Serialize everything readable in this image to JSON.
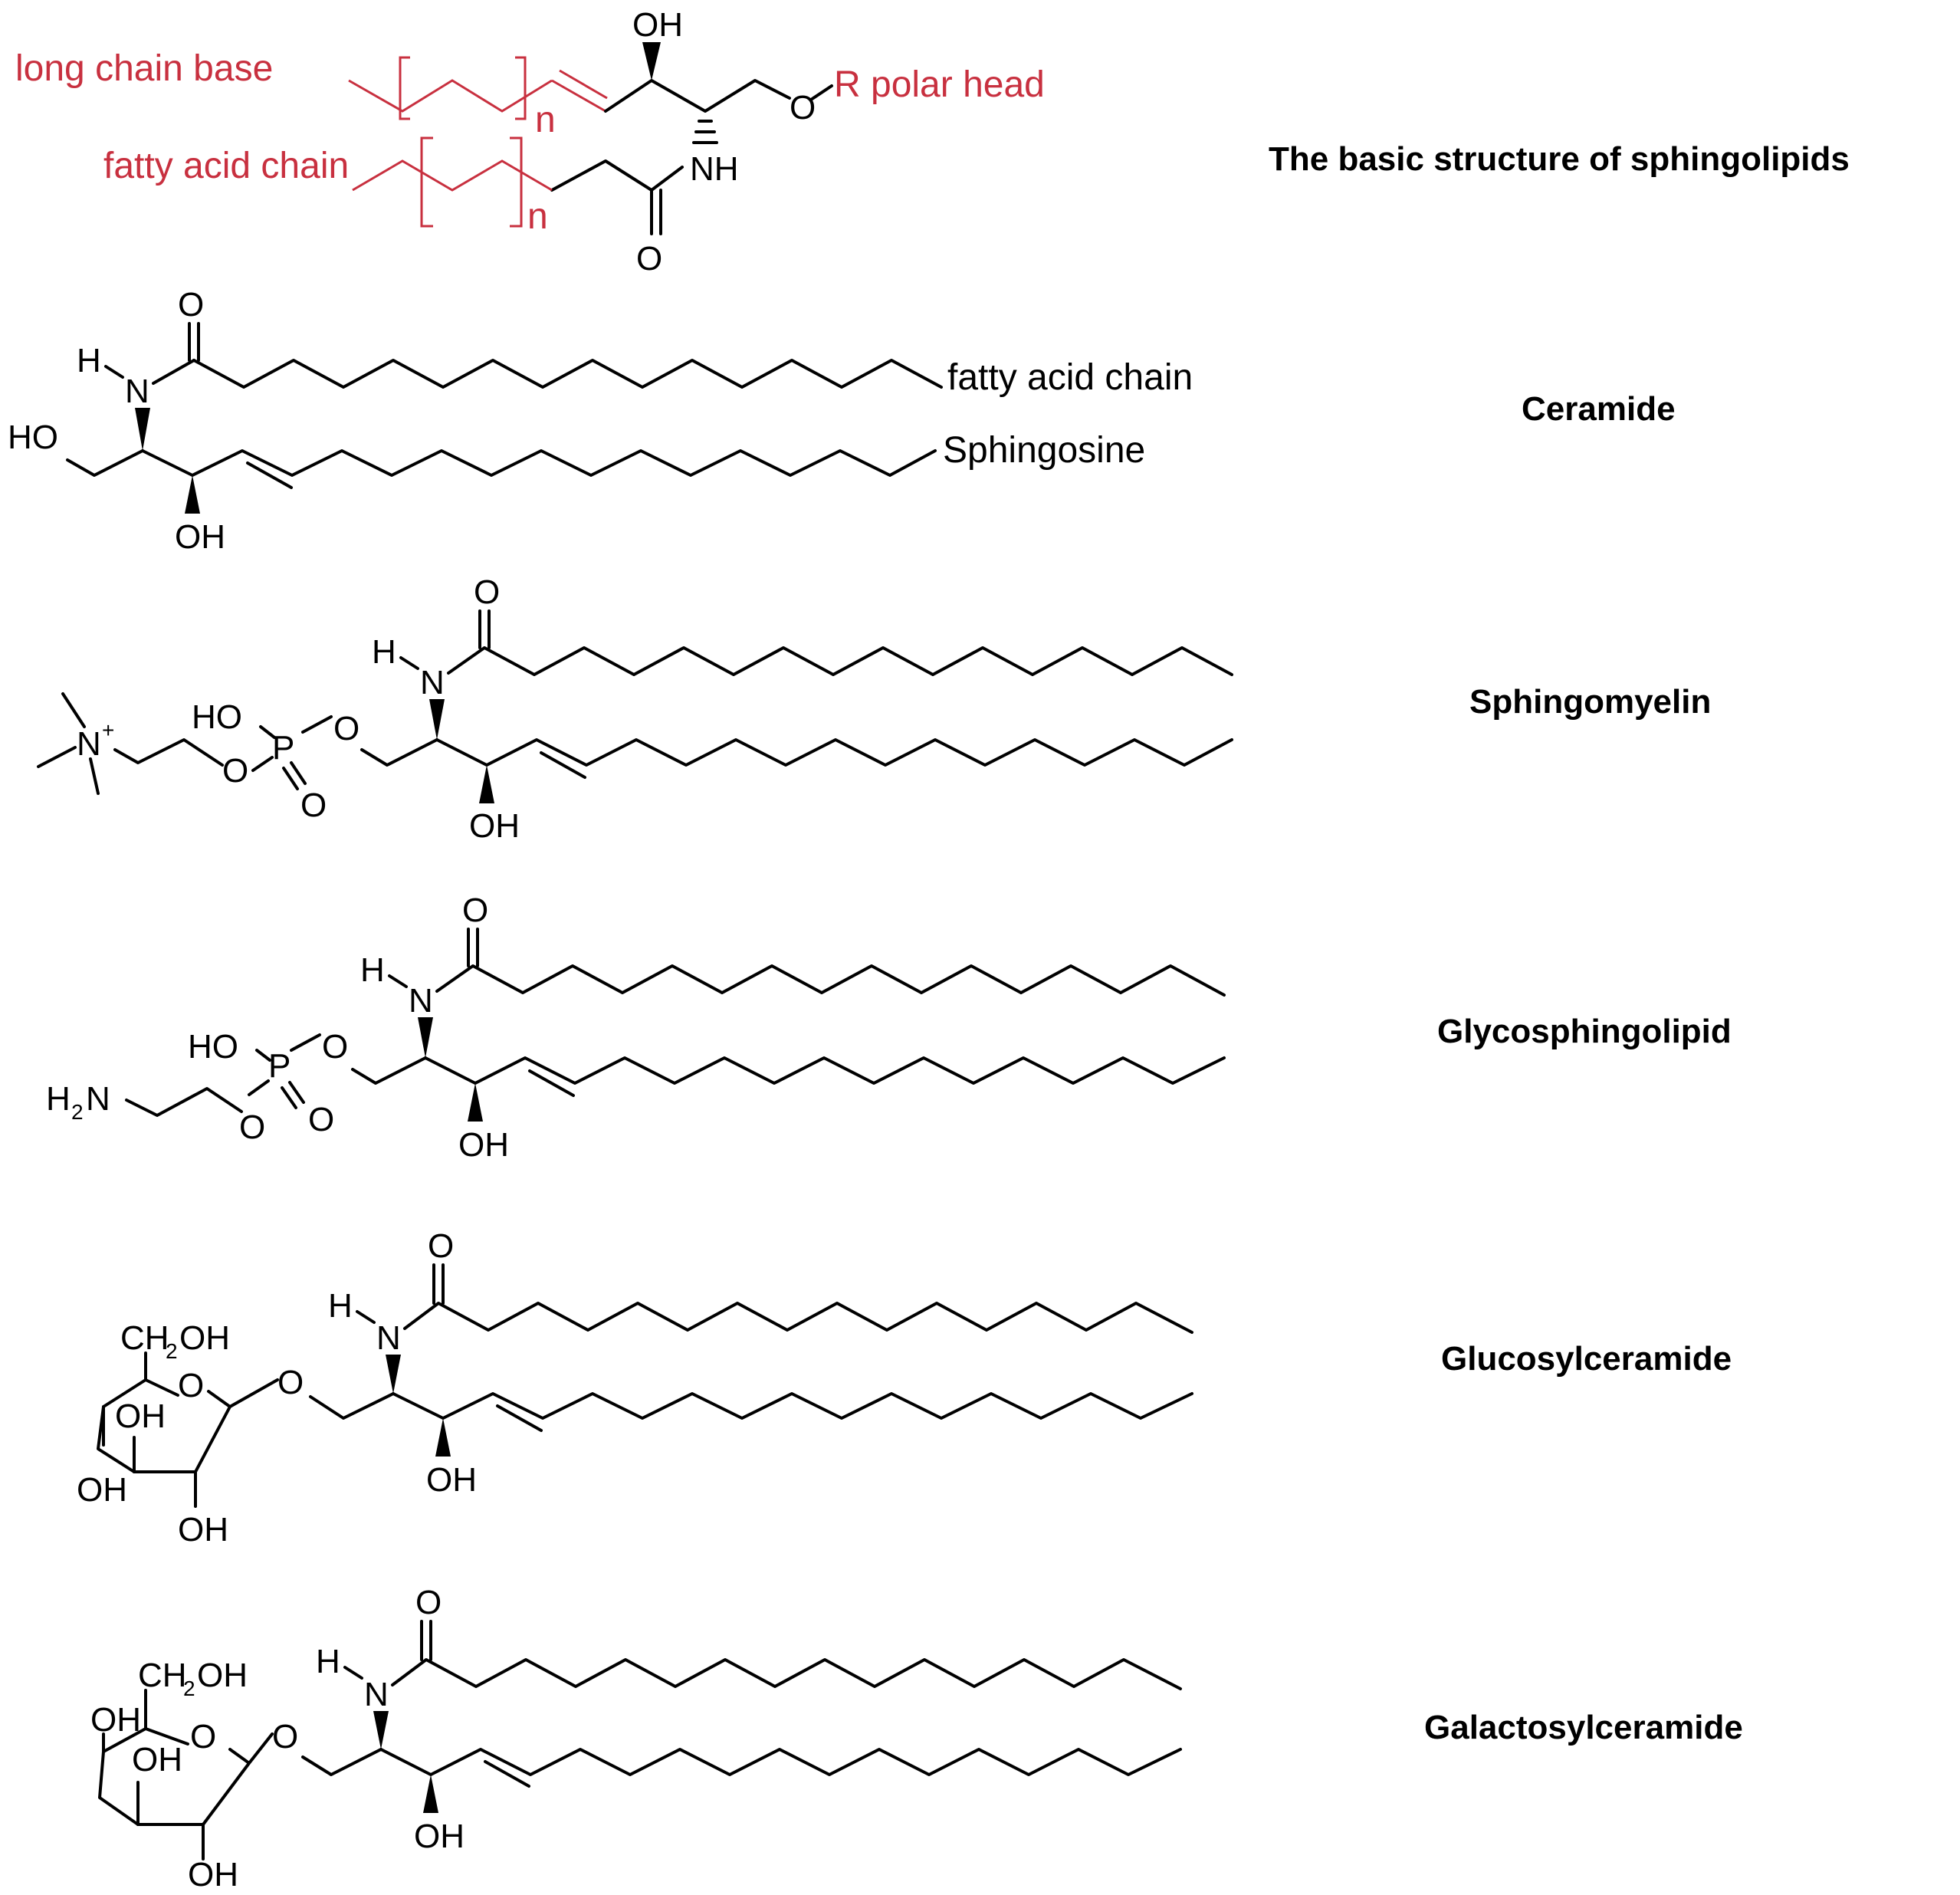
{
  "header": {
    "title": "The basic structure of sphingolipids",
    "labels": {
      "long_chain_base": "long chain base",
      "fatty_acid_chain": "fatty acid chain",
      "polar_head": "R polar head",
      "repeat_n": "n",
      "oxygen_link": "O",
      "hydroxyl": "OH",
      "amide_nh": "NH",
      "carbonyl_o": "O"
    }
  },
  "molecules": [
    {
      "id": "ceramide",
      "name": "Ceramide",
      "chain_labels": {
        "fatty_acid": "fatty acid chain",
        "sphingosine": "Sphingosine"
      },
      "atoms": {
        "carbonyl_o": "O",
        "amide_h": "H",
        "amide_n": "N",
        "hydroxyl_top": "HO",
        "hydroxyl_bottom": "OH"
      }
    },
    {
      "id": "sphingomyelin",
      "name": "Sphingomyelin",
      "atoms": {
        "carbonyl_o": "O",
        "amide_h": "H",
        "amide_n": "N",
        "ammonium": "N",
        "charge": "+",
        "phosphate_oh": "HO",
        "phosphorus": "P",
        "ester_o1": "O",
        "ester_o2": "O",
        "double_o": "O",
        "hydroxyl": "OH"
      }
    },
    {
      "id": "glycosphingolipid",
      "name": "Glycosphingolipid",
      "atoms": {
        "carbonyl_o": "O",
        "amide_h": "H",
        "amide_n": "N",
        "amine": "H",
        "amine_sub": "2",
        "amine_n": "N",
        "phosphate_oh": "HO",
        "phosphorus": "P",
        "ester_o1": "O",
        "ester_o2": "O",
        "double_o": "O",
        "hydroxyl": "OH"
      }
    },
    {
      "id": "glucosylceramide",
      "name": "Glucosylceramide",
      "atoms": {
        "carbonyl_o": "O",
        "amide_h": "H",
        "amide_n": "N",
        "ch2oh_a": "CH",
        "ch2oh_sub": "2",
        "ch2oh_b": "OH",
        "ring_o": "O",
        "glyco_o": "O",
        "oh1": "OH",
        "oh2": "OH",
        "oh3": "OH",
        "hydroxyl": "OH"
      }
    },
    {
      "id": "galactosylceramide",
      "name": "Galactosylceramide",
      "atoms": {
        "carbonyl_o": "O",
        "amide_h": "H",
        "amide_n": "N",
        "ch2oh_a": "CH",
        "ch2oh_sub": "2",
        "ch2oh_b": "OH",
        "ring_o": "O",
        "glyco_o": "O",
        "oh1": "OH",
        "oh2": "OH",
        "oh3": "OH",
        "hydroxyl": "OH"
      }
    }
  ],
  "colors": {
    "annotation": "#c8303f",
    "structure": "#000000",
    "background": "#ffffff"
  }
}
